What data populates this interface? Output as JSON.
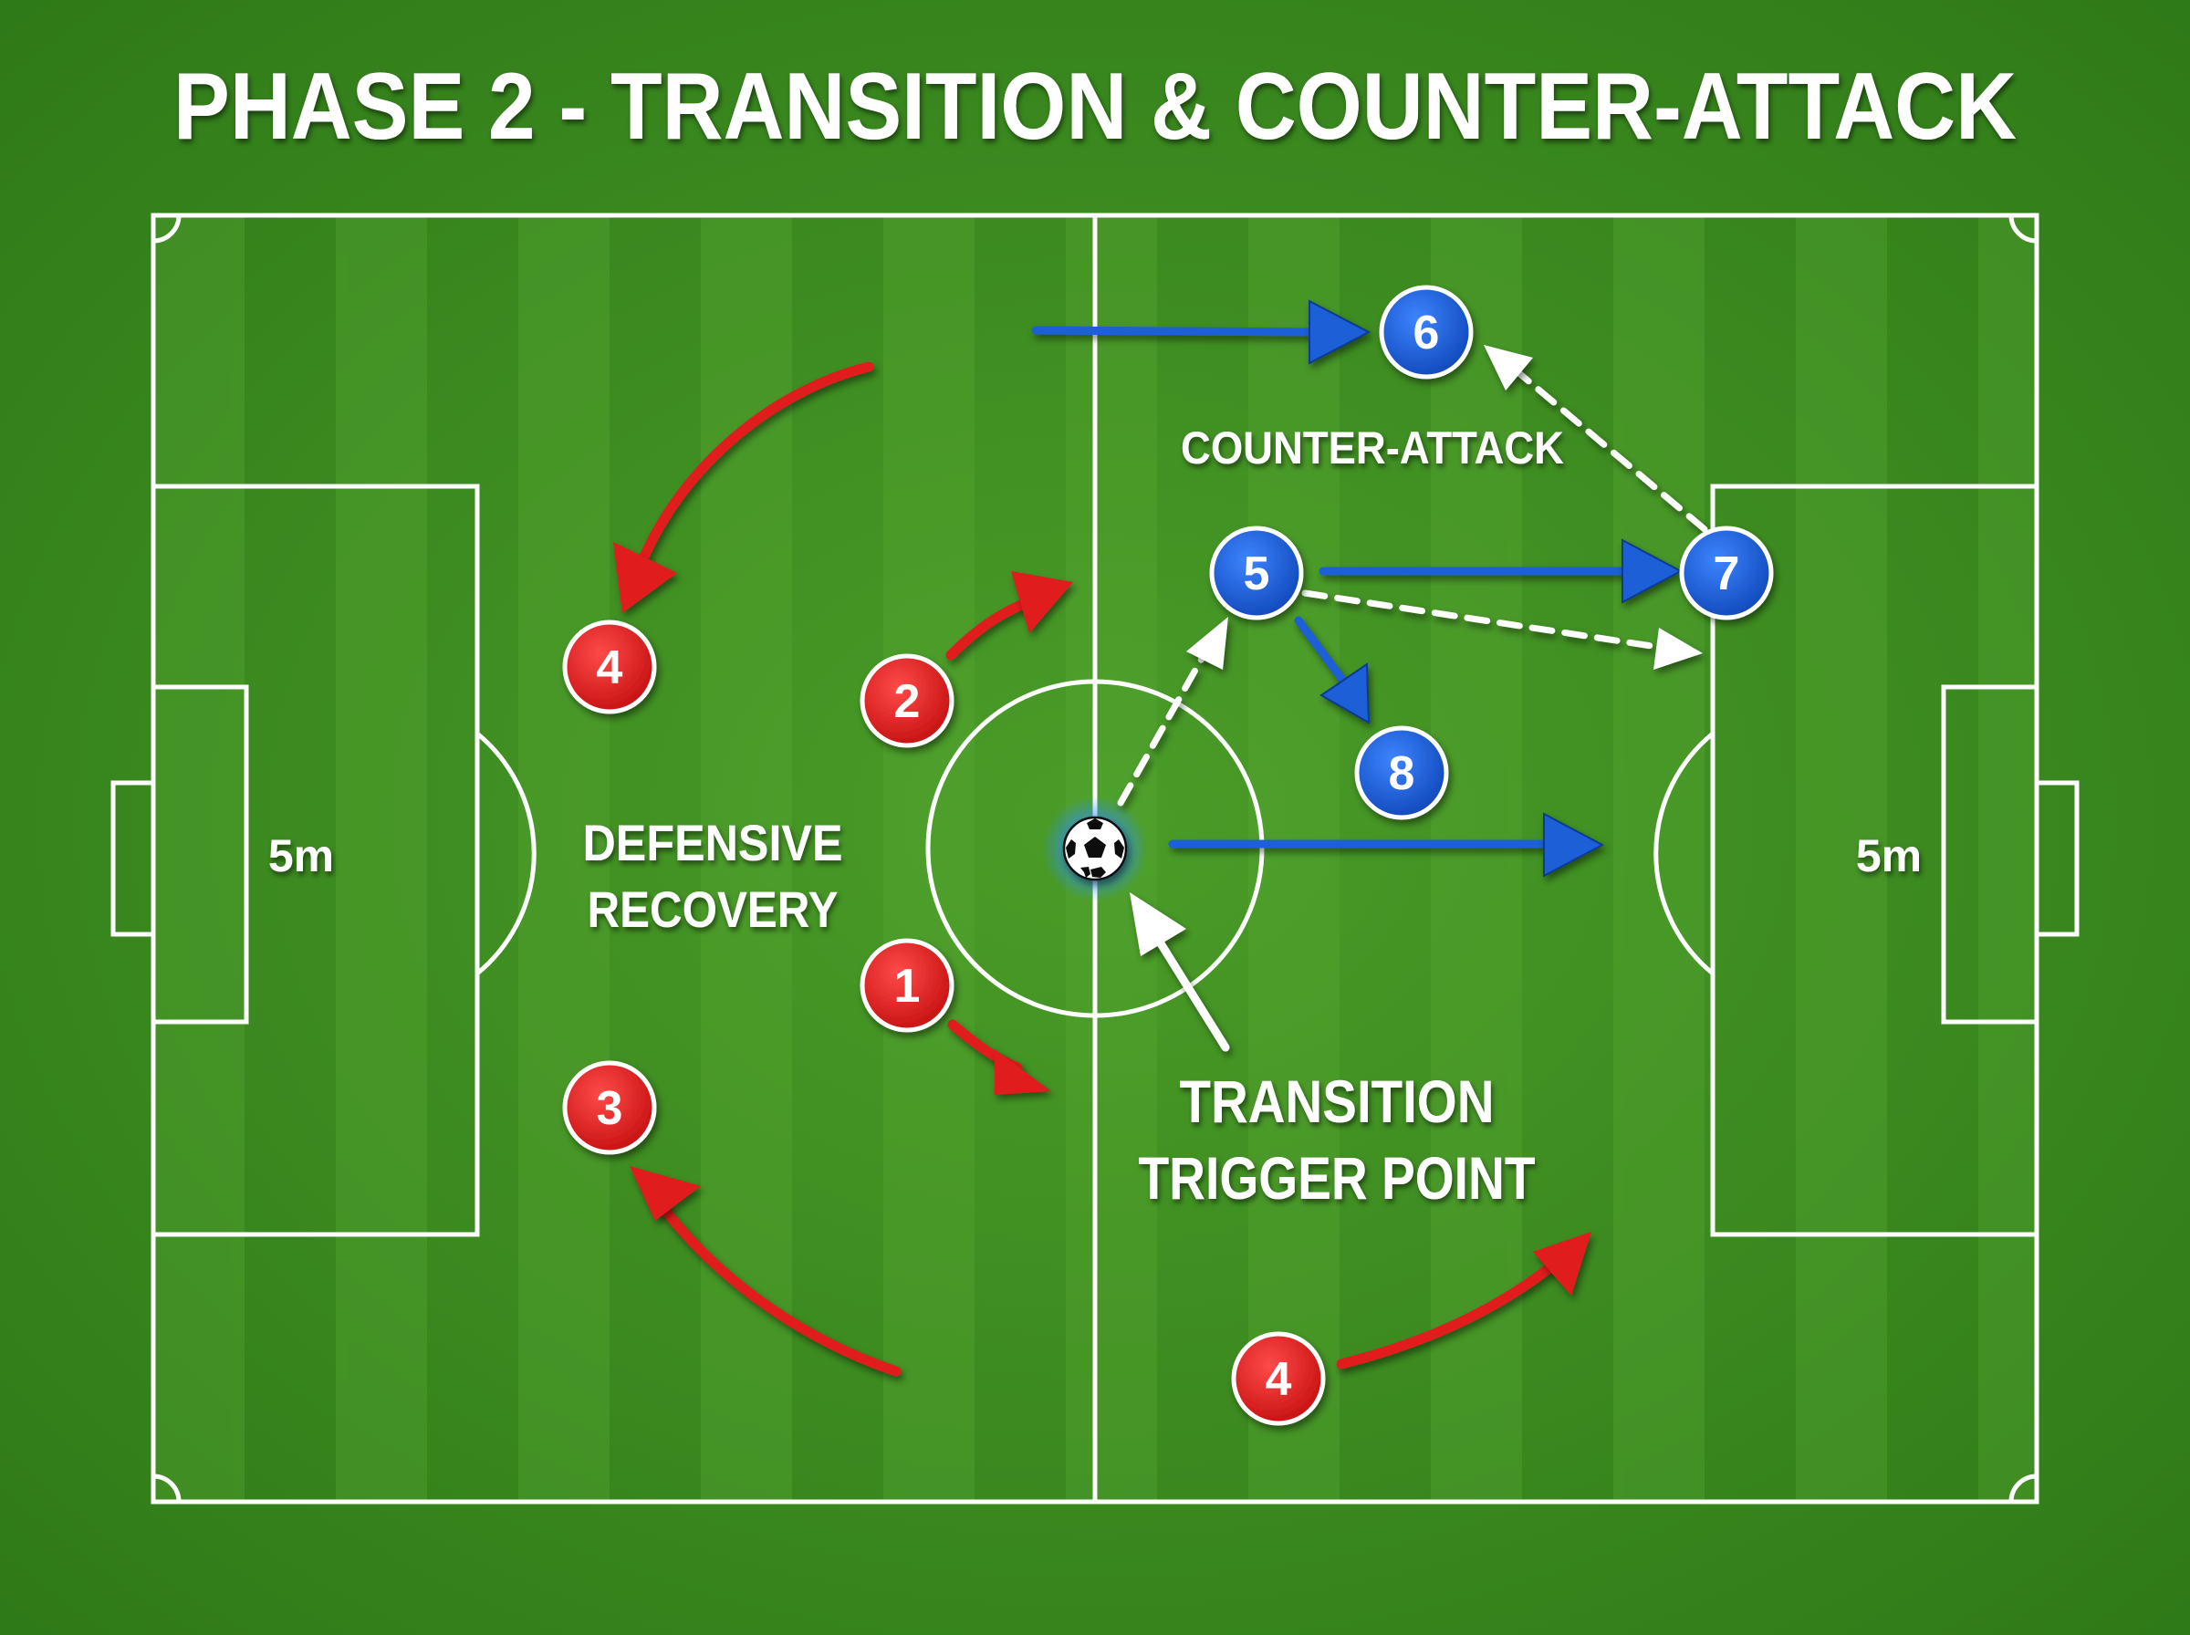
{
  "title": "PHASE 2 - TRANSITION & COUNTER-ATTACK",
  "labels": {
    "counter_attack": "COUNTER-ATTACK",
    "defensive_recovery_line1": "DEFENSIVE",
    "defensive_recovery_line2": "RECOVERY",
    "trigger_line1": "TRANSITION",
    "trigger_line2": "TRIGGER POINT",
    "left_goal_distance": "5m",
    "right_goal_distance": "5m"
  },
  "colors": {
    "pitch": "#3f8f22",
    "pitch_stripe": "#4a9a2a",
    "lines": "#ffffff",
    "defending_team": "#e11c1c",
    "attacking_team": "#1a5fd6",
    "ball_glow": "#3fa9ff"
  },
  "players": {
    "red_1": "1",
    "red_2": "2",
    "red_3": "3",
    "red_4_left": "4",
    "red_4_right": "4",
    "blue_5": "5",
    "blue_6": "6",
    "blue_7": "7",
    "blue_8": "8"
  },
  "legend_semantics": {
    "red_curved_arrows": "defensive-recovery-run",
    "blue_solid_arrows": "attacking-run",
    "white_dashed_arrows": "pass",
    "ball_icon": "soccer-ball-icon"
  }
}
